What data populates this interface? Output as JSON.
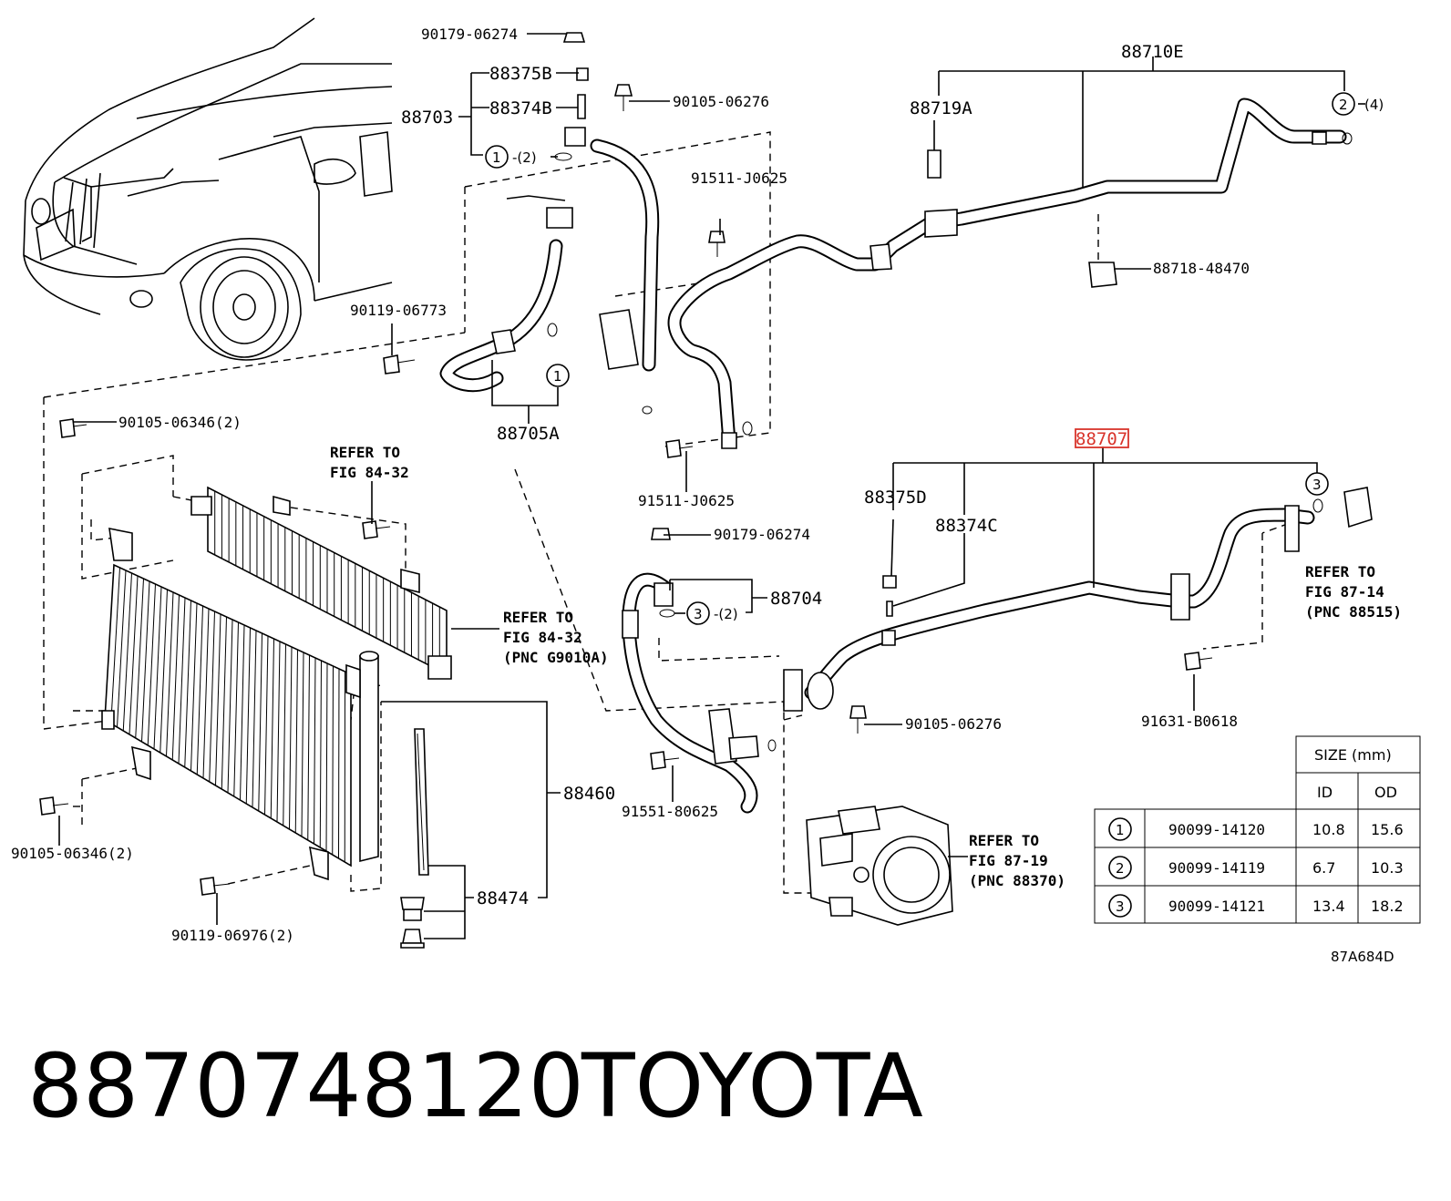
{
  "callouts": {
    "p90179_top": "90179-06274",
    "p88375B": "88375B",
    "p88703": "88703",
    "p88374B": "88374B",
    "c1_qty": "-(2)",
    "p90105_top": "90105-06276",
    "p91511_top": "91511-J0625",
    "p88710E": "88710E",
    "p88719A": "88719A",
    "c2_qty": "(4)",
    "p88718": "88718-48470",
    "p90119_top": "90119-06773",
    "p88705A": "88705A",
    "p90105_mid": "90105-06346(2)",
    "refer1_a": "REFER TO",
    "refer1_b": "FIG 84-32",
    "p91511_bot": "91511-J0625",
    "p88707": "88707",
    "p88375D": "88375D",
    "p88374C": "88374C",
    "refer_r_a": "REFER TO",
    "refer_r_b": "FIG 87-14",
    "refer_r_c": "(PNC 88515)",
    "p90179_mid": "90179-06274",
    "p88704": "88704",
    "c3_qty": "-(2)",
    "refer2_a": "REFER TO",
    "refer2_b": "FIG 84-32",
    "refer2_c": "(PNC G9010A)",
    "p90105_right": "90105-06276",
    "p91631": "91631-B0618",
    "p88460": "88460",
    "p91551": "91551-80625",
    "refer3_a": "REFER TO",
    "refer3_b": "FIG 87-19",
    "refer3_c": "(PNC 88370)",
    "p90105_bot": "90105-06346(2)",
    "p88474": "88474",
    "p90119_bot": "90119-06976(2)",
    "n1": "1",
    "n2": "2",
    "n3": "3"
  },
  "size_table": {
    "header": "SIZE (mm)",
    "col_id": "ID",
    "col_od": "OD",
    "rows": [
      {
        "mark": "1",
        "part": "90099-14120",
        "id": "10.8",
        "od": "15.6"
      },
      {
        "mark": "2",
        "part": "90099-14119",
        "id": "6.7",
        "od": "10.3"
      },
      {
        "mark": "3",
        "part": "90099-14121",
        "id": "13.4",
        "od": "18.2"
      }
    ]
  },
  "figure_code": "87A684D",
  "footer": {
    "part_number": "8870748120",
    "brand": "TOYOTA"
  },
  "highlight_color": "#d9342b"
}
